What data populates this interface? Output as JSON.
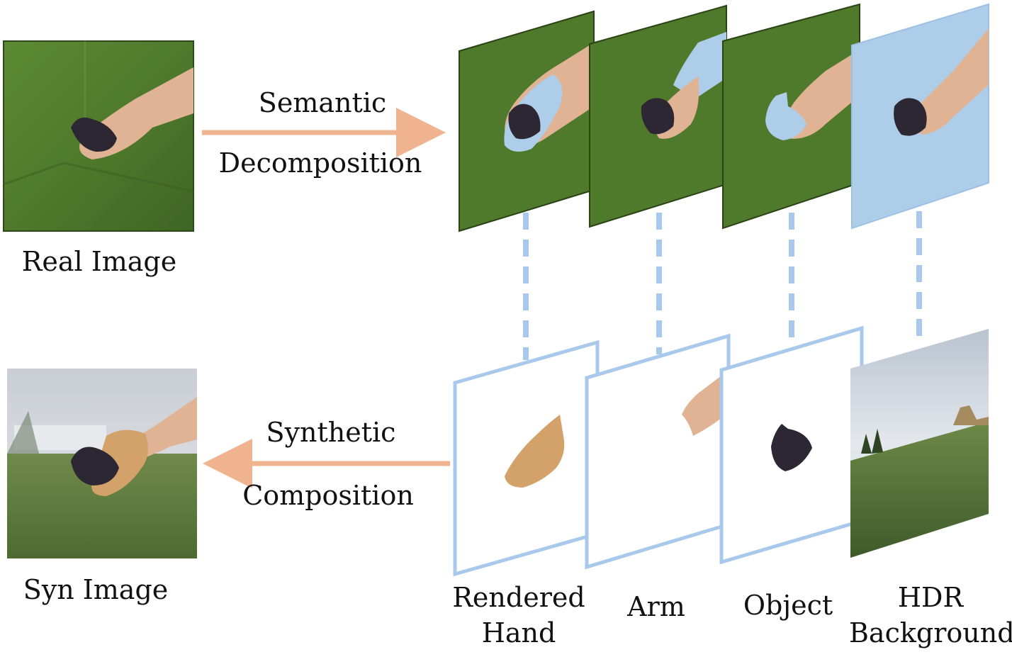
{
  "left": {
    "real_image_label": "Real Image",
    "syn_image_label": "Syn Image"
  },
  "arrows": {
    "top": {
      "line1": "Semantic",
      "line2": "Decomposition"
    },
    "bottom": {
      "line1": "Synthetic",
      "line2": "Composition"
    }
  },
  "layers": [
    {
      "line1": "Rendered",
      "line2": "Hand"
    },
    {
      "line1": "Arm",
      "line2": ""
    },
    {
      "line1": "Object",
      "line2": ""
    },
    {
      "line1": "HDR",
      "line2": "Background"
    }
  ],
  "colors": {
    "arrow": "#f0b38f",
    "mask": "#aecde9",
    "frame": "#a9c9ec",
    "green": "#4f7a2c",
    "skin": "#e0b394",
    "object": "#2c2733",
    "rendered_hand": "#d3a16a"
  }
}
